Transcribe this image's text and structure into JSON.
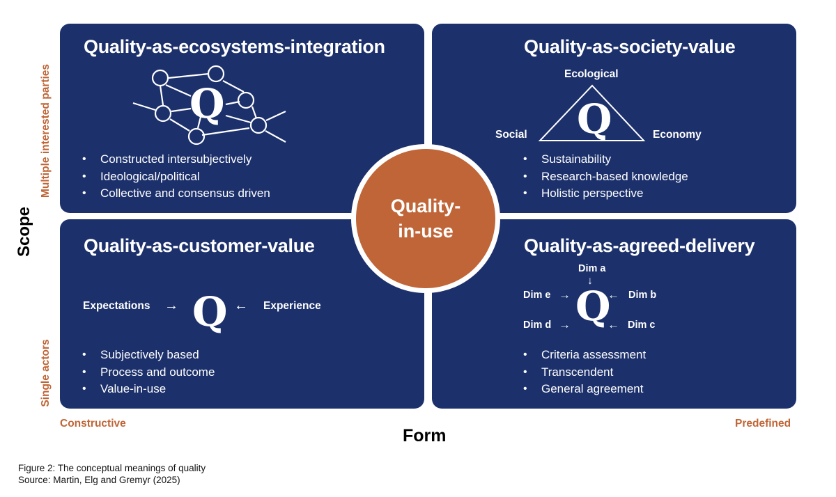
{
  "colors": {
    "panel": "#1c306b",
    "accent": "#bf6537",
    "text_on_panel": "#ffffff"
  },
  "quadrants": {
    "top_left": {
      "title": "Quality-as-ecosystems-integration",
      "icon": "network-q-icon",
      "symbol": "Q",
      "bullets": [
        "Constructed intersubjectively",
        "Ideological/political",
        "Collective and consensus driven"
      ]
    },
    "top_right": {
      "title": "Quality-as-society-value",
      "icon": "triangle-q-icon",
      "symbol": "Q",
      "vertices": {
        "top": "Ecological",
        "left": "Social",
        "right": "Economy"
      },
      "bullets": [
        "Sustainability",
        "Research-based knowledge",
        "Holistic perspective"
      ]
    },
    "bottom_left": {
      "title": "Quality-as-customer-value",
      "symbol": "Q",
      "left_input": "Expectations",
      "right_input": "Experience",
      "bullets": [
        "Subjectively based",
        "Process and outcome",
        "Value-in-use"
      ]
    },
    "bottom_right": {
      "title": "Quality-as-agreed-delivery",
      "symbol": "Q",
      "dimensions": {
        "a": "Dim a",
        "b": "Dim b",
        "c": "Dim c",
        "d": "Dim d",
        "e": "Dim e"
      },
      "bullets": [
        "Criteria assessment",
        "Transcendent",
        "General agreement"
      ]
    }
  },
  "center": {
    "line1": "Quality-",
    "line2": "in-use"
  },
  "axes": {
    "y_title": "Scope",
    "y_high": "Multiple interested parties",
    "y_low": "Single actors",
    "x_title": "Form",
    "x_left": "Constructive",
    "x_right": "Predefined"
  },
  "caption": {
    "figure": "Figure 2: The conceptual meanings of quality",
    "source": "Source: Martin, Elg and Gremyr (2025)"
  },
  "arrows": {
    "right": "→",
    "left": "←",
    "down": "↓"
  }
}
